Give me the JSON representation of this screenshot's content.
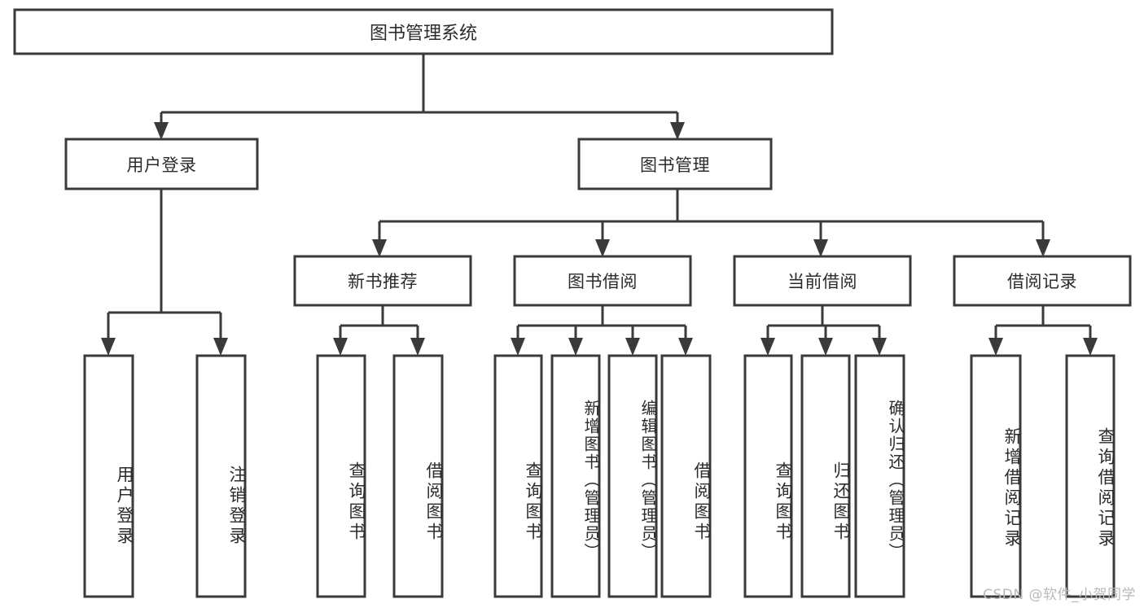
{
  "diagram": {
    "type": "tree",
    "title": "图书管理系统",
    "watermark": "CSDN @软件_小贺同学",
    "nodes": {
      "root": {
        "label": "图书管理系统"
      },
      "level2": [
        {
          "id": "user-login",
          "label": "用户登录"
        },
        {
          "id": "book-management",
          "label": "图书管理"
        }
      ],
      "level3": [
        {
          "id": "new-book-recommend",
          "label": "新书推荐"
        },
        {
          "id": "book-borrow",
          "label": "图书借阅"
        },
        {
          "id": "current-borrow",
          "label": "当前借阅"
        },
        {
          "id": "borrow-record",
          "label": "借阅记录"
        }
      ],
      "leaves": {
        "user_login": [
          {
            "id": "leaf-user-login",
            "label": "用户登录"
          },
          {
            "id": "leaf-logout-login",
            "label": "注销登录"
          }
        ],
        "new_book_recommend": [
          {
            "id": "leaf-query-book-1",
            "label": "查询图书"
          },
          {
            "id": "leaf-borrow-book-1",
            "label": "借阅图书"
          }
        ],
        "book_borrow": [
          {
            "id": "leaf-query-book-2",
            "label": "查询图书"
          },
          {
            "id": "leaf-add-book",
            "label": "新增图书（管理员）"
          },
          {
            "id": "leaf-edit-book",
            "label": "编辑图书（管理员）"
          },
          {
            "id": "leaf-borrow-book-2",
            "label": "借阅图书"
          }
        ],
        "current_borrow": [
          {
            "id": "leaf-query-book-3",
            "label": "查询图书"
          },
          {
            "id": "leaf-return-book",
            "label": "归还图书"
          },
          {
            "id": "leaf-confirm-return",
            "label": "确认归还（管理员）"
          }
        ],
        "borrow_record": [
          {
            "id": "leaf-add-record",
            "label": "新增借阅记录"
          },
          {
            "id": "leaf-query-record",
            "label": "查询借阅记录"
          }
        ]
      }
    },
    "colors": {
      "stroke": "#3a3a3a",
      "fill": "#ffffff",
      "text": "#2b2b2b",
      "watermark": "#b9b9b9"
    }
  }
}
